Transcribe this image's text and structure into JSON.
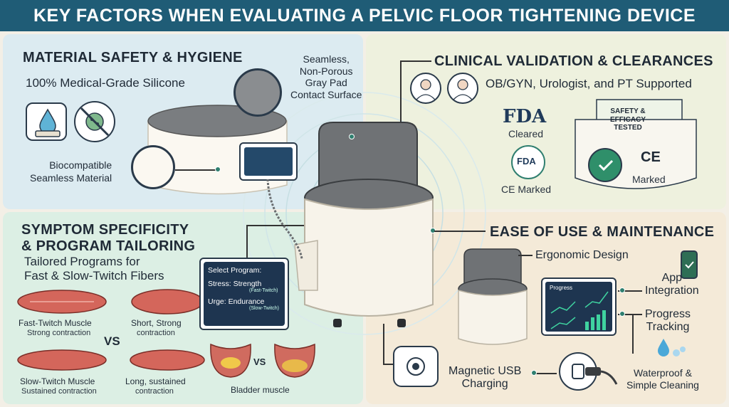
{
  "title": "KEY FACTORS WHEN EVALUATING A PELVIC FLOOR TIGHTENING DEVICE",
  "material": {
    "heading": "MATERIAL SAFETY & HYGIENE",
    "subheading": "100% Medical-Grade Silicone",
    "callout_pad": [
      "Seamless,",
      "Non-Porous",
      "Gray Pad",
      "Contact Surface"
    ],
    "callout_material": [
      "Biocompatible",
      "Seamless Material"
    ]
  },
  "clinical": {
    "heading": "CLINICAL VALIDATION & CLEARANCES",
    "supported": "OB/GYN, Urologist, and PT Supported",
    "fda_logo": "FDA",
    "fda_cleared": "Cleared",
    "ce_marked_left": "CE Marked",
    "cert_line1": "SAFETY &",
    "cert_line2": "EFFICACY",
    "cert_line3": "TESTED",
    "ce_logo": "CE",
    "ce_marked_right": "Marked"
  },
  "symptom": {
    "heading_line1": "SYMPTOM SPECIFICITY",
    "heading_line2": "& PROGRAM TAILORING",
    "sub_line1": "Tailored Programs for",
    "sub_line2": "Fast & Slow-Twitch Fibers",
    "fast_label": "Fast-Twitch Muscle",
    "fast_sub": "Strong contraction",
    "short_label": "Short, Strong",
    "short_sub": "contraction",
    "vs": "VS",
    "slow_label": "Slow-Twitch Muscle",
    "slow_sub": "Sustained contraction",
    "long_label": "Long, sustained",
    "long_sub": "contraction",
    "bladder_vs": "VS",
    "bladder_label": "Bladder muscle",
    "screen_title": "Select Program:",
    "screen_row1": "Stress: Strength",
    "screen_row1_sub": "(Fast-Twitch)",
    "screen_row2": "Urge:  Endurance",
    "screen_row2_sub": "(Slow-Twitch)"
  },
  "ease": {
    "heading": "EASE OF USE & MAINTENANCE",
    "ergonomic": "Ergonomic Design",
    "app_line1": "App",
    "app_line2": "Integration",
    "progress_line1": "Progress",
    "progress_line2": "Tracking",
    "monitor_label": "Progress",
    "usb_line1": "Magnetic USB",
    "usb_line2": "Charging",
    "water_line1": "Waterproof &",
    "water_line2": "Simple Cleaning"
  },
  "colors": {
    "banner": "#1f5c76",
    "accent": "#2f7f6f",
    "red_muscle": "#c9534a"
  }
}
